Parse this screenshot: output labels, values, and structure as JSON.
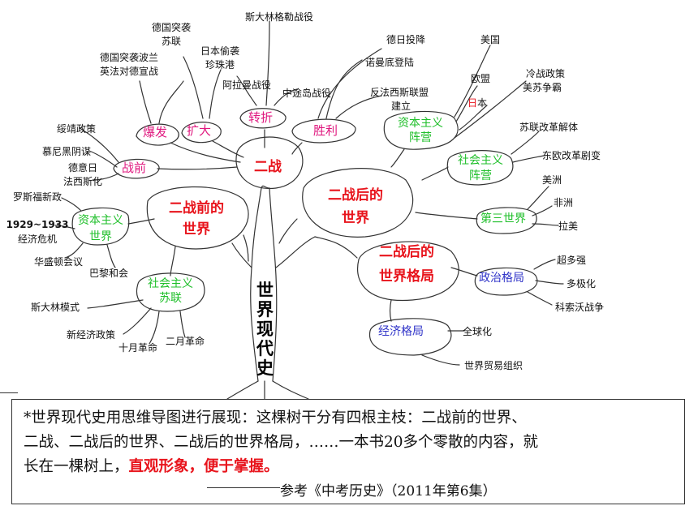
{
  "trunk": "世界现代史",
  "main": {
    "war": "二战",
    "prewar": [
      "二战前的",
      "世界"
    ],
    "postwar": [
      "二战后的",
      "世界"
    ],
    "pattern": [
      "二战后的",
      "世界格局"
    ]
  },
  "war_branches": {
    "outbreak": "爆发",
    "expansion": "扩大",
    "turning": "转折",
    "victory": "胜利",
    "before": "战前"
  },
  "war_leaves": {
    "outbreak": [
      "德国突袭波兰",
      "英法对德宣战"
    ],
    "expansion_a": [
      "德国突袭",
      "苏联"
    ],
    "expansion_b": [
      "日本偷袭",
      "珍珠港"
    ],
    "turning_a": "斯大林格勒战役",
    "turning_b": "阿拉曼战役",
    "turning_c": "中途岛战役",
    "victory_a": "德日投降",
    "victory_b": "诺曼底登陆",
    "victory_c": [
      "反法西斯联盟",
      "建立"
    ],
    "before_a": "绥靖政策",
    "before_b": "慕尼黑阴谋",
    "before_c": [
      "德意日",
      "法西斯化"
    ]
  },
  "prewar_branches": {
    "capitalist": [
      "资本主义",
      "世界"
    ],
    "socialist": [
      "社会主义",
      "苏联"
    ]
  },
  "prewar_leaves": {
    "new_deal": "罗斯福新政",
    "crisis": [
      "1929~1933",
      "经济危机"
    ],
    "washington": "华盛顿会议",
    "paris": "巴黎和会",
    "stalin_model": "斯大林模式",
    "nep": "新经济政策",
    "october": "十月革命",
    "february": "二月革命"
  },
  "postwar_branches": {
    "capitalist": [
      "资本主义",
      "阵营"
    ],
    "socialist": [
      "社会主义",
      "阵营"
    ],
    "third": "第三世界"
  },
  "postwar_leaves": {
    "usa": "美国",
    "europe": "欧盟",
    "japan_first": "日",
    "japan_rest": "本",
    "cold_war": [
      "冷战政策",
      "美苏争霸"
    ],
    "ussr_reform": "苏联改革解体",
    "east_europe": "东欧改革剧变",
    "asia": "美洲",
    "africa": "非洲",
    "latam": "拉美"
  },
  "pattern_branches": {
    "politics": "政治格局",
    "economy": "经济格局"
  },
  "pattern_leaves": {
    "superpower": "超多强",
    "multipolar": "多极化",
    "kosovo": "科索沃战争",
    "globalization": "全球化",
    "wto": "世界贸易组织"
  },
  "note": {
    "line1": "*世界现代史用思维导图进行展现：这棵树干分有四根主枝：二战前的世界、",
    "line2": "二战、二战后的世界、二战后的世界格局，……一本书20多个零散的内容，就",
    "line3_plain": "长在一棵树上，",
    "line3_highlight": "直观形象，便于掌握。",
    "source": "参考《中考历史》（2011年第6集）"
  }
}
